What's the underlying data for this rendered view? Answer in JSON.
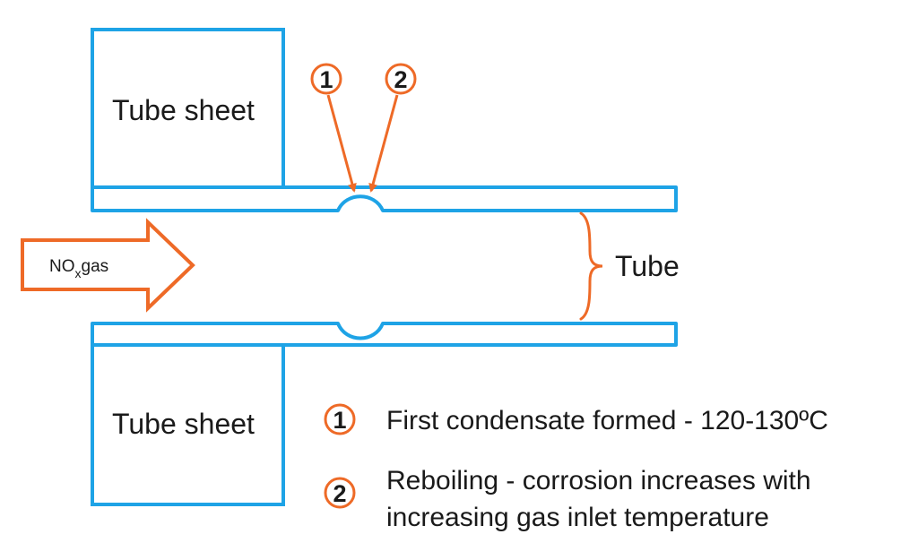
{
  "colors": {
    "structure": "#1ea3e6",
    "accent": "#ee6a27",
    "text": "#1a1a1a",
    "background": "#ffffff"
  },
  "labels": {
    "tube_sheet_top": "Tube sheet",
    "tube_sheet_bottom": "Tube sheet",
    "tube": "Tube",
    "gas_main": "NO",
    "gas_sub": "x",
    "gas_tail": "gas"
  },
  "markers": {
    "marker_1": "1",
    "marker_2": "2"
  },
  "legend": {
    "items": [
      {
        "num": "1",
        "lines": [
          "First condensate formed - 120-130ºC"
        ]
      },
      {
        "num": "2",
        "lines": [
          "Reboiling - corrosion increases with",
          "increasing gas inlet temperature"
        ]
      }
    ]
  }
}
